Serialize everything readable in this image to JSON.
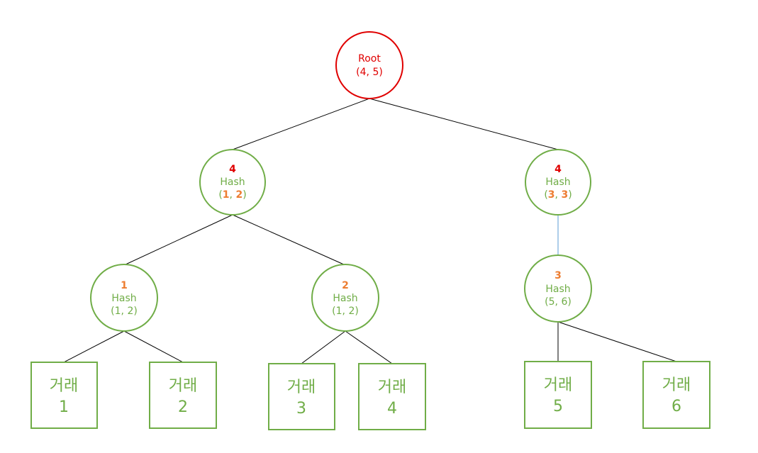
{
  "colors": {
    "red": "#e00000",
    "green": "#70ad47",
    "orange": "#ed7d31",
    "edge_black": "#000000",
    "edge_blue": "#5b9bd5"
  },
  "root": {
    "label": "Root",
    "pair": "(4, 5)"
  },
  "level1_left": {
    "num": "4",
    "label": "Hash",
    "open": "(",
    "a": "1",
    "sep": ", ",
    "b": "2",
    "close": ")"
  },
  "level1_right": {
    "num": "4",
    "label": "Hash",
    "open": "(",
    "a": "3",
    "sep": ", ",
    "b": "3",
    "close": ")"
  },
  "level2_a": {
    "num": "1",
    "label": "Hash",
    "pair": "(1, 2)"
  },
  "level2_b": {
    "num": "2",
    "label": "Hash",
    "pair": "(1, 2)"
  },
  "level2_c": {
    "num": "3",
    "label": "Hash",
    "pair": "(5, 6)"
  },
  "leaves": [
    {
      "word": "거래",
      "num": "1"
    },
    {
      "word": "거래",
      "num": "2"
    },
    {
      "word": "거래",
      "num": "3"
    },
    {
      "word": "거래",
      "num": "4"
    },
    {
      "word": "거래",
      "num": "5"
    },
    {
      "word": "거래",
      "num": "6"
    }
  ]
}
